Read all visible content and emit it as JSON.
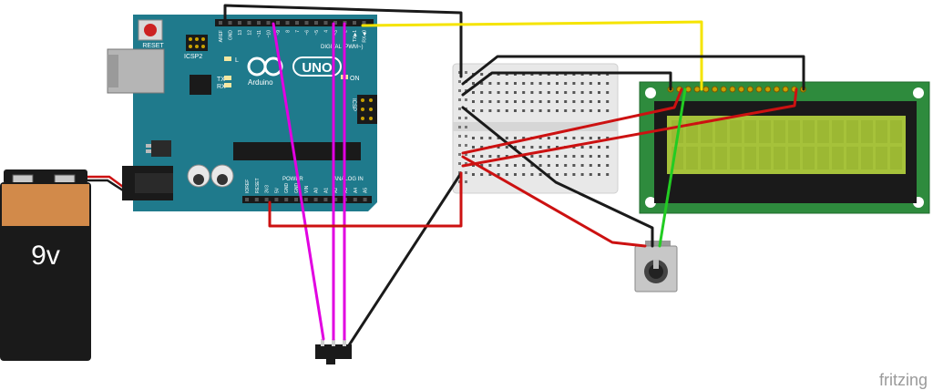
{
  "arduino": {
    "reset_label": "RESET",
    "icsp2_label": "ICSP2",
    "icsp_label": "ICSP",
    "led_l_label": "L",
    "tx_label": "TX",
    "rx_label": "RX",
    "on_label": "ON",
    "brand_label": "Arduino",
    "model_label": "UNO",
    "digital_label": "DIGITAL (PWM~)",
    "power_label": "POWER",
    "analog_label": "ANALOG IN",
    "top_pins": [
      "AREF",
      "GND",
      "13",
      "12",
      "~11",
      "~10",
      "~9",
      "8",
      "7",
      "~6",
      "~5",
      "4",
      "~3",
      "2",
      "TX▶1",
      "RX◀0"
    ],
    "bottom_pins": [
      "IOREF",
      "RESET",
      "3V3",
      "5V",
      "GND",
      "GND",
      "VIN",
      "A0",
      "A1",
      "A2",
      "A3",
      "A4",
      "A5"
    ]
  },
  "battery": {
    "label": "9v"
  },
  "watermark": "fritzing",
  "colors": {
    "board": "#1f7a8c",
    "wire_black": "#1a1a1a",
    "wire_red": "#cc1111",
    "wire_yellow": "#f5e400",
    "wire_magenta": "#e100e1",
    "wire_green": "#22cc22",
    "lcd_board": "#2e8b3d",
    "lcd_screen": "#a6c23a"
  }
}
